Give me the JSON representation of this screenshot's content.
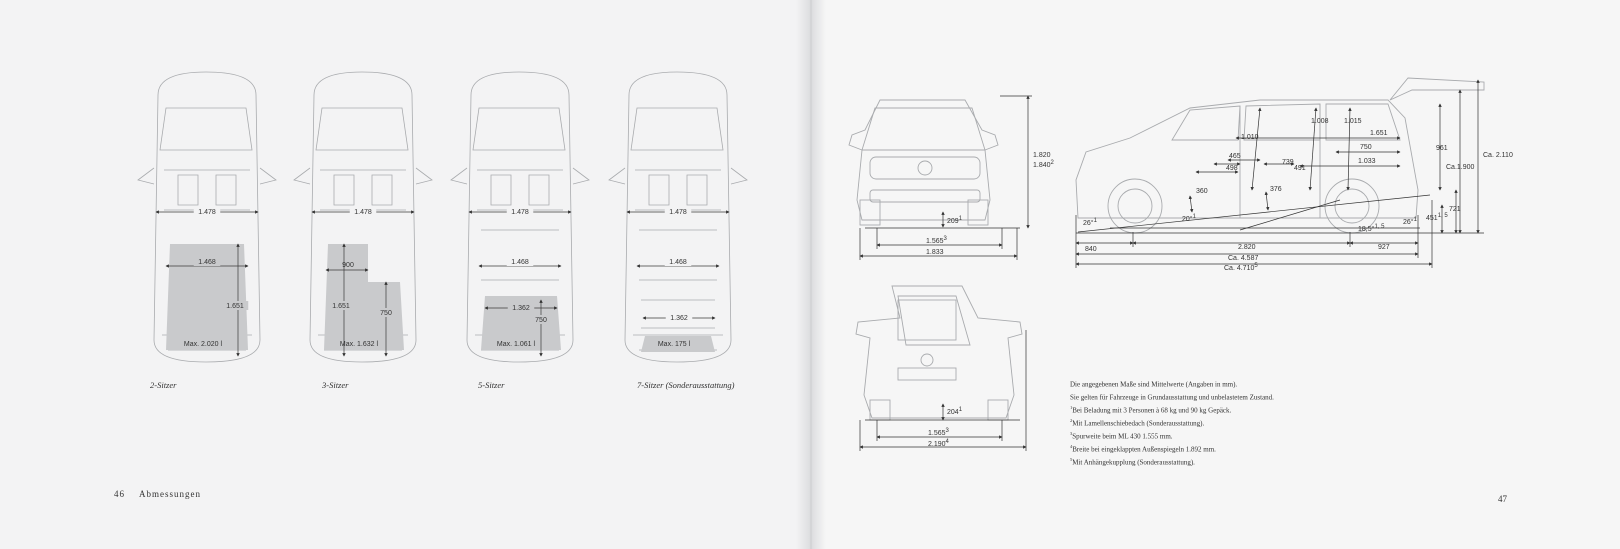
{
  "left_page": {
    "page_number": "46",
    "section_title": "Abmessungen",
    "top_views": [
      {
        "label": "2-Sitzer",
        "width_dim": "1.478",
        "floor_width_dim": "1.468",
        "length_dim": "1.651",
        "volume": "Max. 2.020 l"
      },
      {
        "label": "3-Sitzer",
        "width_dim": "1.478",
        "partial_width_dim": "900",
        "length_dim": "1.651",
        "short_length_dim": "750",
        "volume": "Max. 1.632 l"
      },
      {
        "label": "5-Sitzer",
        "width_dim": "1.478",
        "floor_width_dim": "1.468",
        "rear_width_dim": "1.362",
        "short_length_dim": "750",
        "volume": "Max. 1.061 l"
      },
      {
        "label": "7-Sitzer (Sonderausstattung)",
        "width_dim": "1.478",
        "floor_width_dim": "1.468",
        "rear_width_dim": "1.362",
        "volume": "Max. 175 l"
      }
    ]
  },
  "right_page": {
    "page_number": "47",
    "front_view": {
      "height": "1.820",
      "height_alt": "1.840",
      "height_alt_sup": "2",
      "ground_clearance": "209",
      "ground_clearance_sup": "1",
      "track": "1.565",
      "track_sup": "3",
      "width": "1.833"
    },
    "rear_view": {
      "ground_clearance": "204",
      "ground_clearance_sup": "1",
      "track": "1.565",
      "track_sup": "3",
      "width": "2.190",
      "width_sup": "4"
    },
    "side_view": {
      "front_overhang": "840",
      "wheelbase": "2.820",
      "rear_overhang": "927",
      "length": "Ca. 4.587",
      "length_towbar": "Ca. 4.710",
      "length_towbar_sup": "5",
      "approach_angle": "26°",
      "approach_angle_sup": "1",
      "ramp_angle": "20°",
      "ramp_angle_sup": "1",
      "departure_angle": "26°",
      "departure_angle_sup": "1",
      "departure_angle_towbar": "18,5°",
      "departure_angle_towbar_sup": "1, 5",
      "tailgate_height": "Ca. 2.110",
      "opening_height": "Ca.1.900",
      "load_height": "961",
      "rear_height": "721",
      "bumper_height": "451",
      "bumper_height_sup": "1, 5",
      "headroom_front": "1.010",
      "headroom_mid": "1.008",
      "headroom_rear": "1.015",
      "legroom_3rd": "1.651",
      "legroom_750": "750",
      "legroom_1033": "1.033",
      "dim_465": "465",
      "dim_498": "498",
      "dim_739": "739",
      "dim_491": "491",
      "dim_360": "360",
      "dim_376": "376"
    },
    "notes": [
      {
        "sup": "",
        "text": "Die angegebenen Maße sind Mittelwerte (Angaben in mm)."
      },
      {
        "sup": "",
        "text": "Sie gelten für Fahrzeuge in Grundausstattung und unbelastetem Zustand."
      },
      {
        "sup": "1",
        "text": "Bei Beladung mit 3 Personen à 68 kg und 90 kg Gepäck."
      },
      {
        "sup": "2",
        "text": "Mit Lamellenschiebedach (Sonderausstattung)."
      },
      {
        "sup": "3",
        "text": "Spurweite beim ML 430 1.555 mm."
      },
      {
        "sup": "4",
        "text": "Breite bei eingeklappten Außenspiegeln 1.892 mm."
      },
      {
        "sup": "5",
        "text": "Mit Anhängekupplung (Sonderausstattung)."
      }
    ]
  },
  "colors": {
    "line": "#a9abae",
    "dim_line": "#3a3a3a",
    "cargo_fill": "#c9cacc",
    "paper": "#f3f3f4"
  }
}
